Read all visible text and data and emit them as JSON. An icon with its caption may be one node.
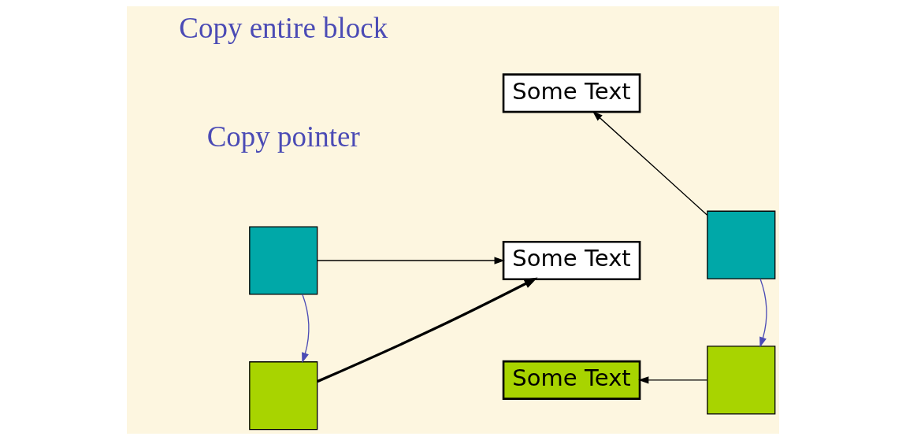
{
  "diagram": {
    "nodes": [
      {
        "text": [],
        "shape": "box"
      },
      {
        "text": [
          "Some Text"
        ]
      },
      {
        "text": [],
        "shape": "box"
      },
      {
        "text": [],
        "shape": "box"
      },
      {
        "text": [
          "Some Text"
        ]
      },
      {
        "text": [],
        "shape": "box"
      },
      {
        "text": [
          "Some Text"
        ]
      }
    ],
    "edges": [
      {
        "from": 0,
        "to": 1,
        "arrow": "to"
      },
      {
        "from": 0,
        "to": 2,
        "arrow": "to",
        "color": "#4b4bb5"
      },
      {
        "from": 2,
        "to": 1,
        "arrow": "to",
        "style": "thick"
      },
      {
        "from": 3,
        "to": 4,
        "arrow": "to"
      },
      {
        "from": 3,
        "to": 5,
        "arrow": "to",
        "color": "#4b4bb5"
      },
      {
        "from": 5,
        "to": 6,
        "arrow": "to"
      }
    ],
    "labels": [
      "Copy pointer",
      "Copy entire block"
    ]
  }
}
